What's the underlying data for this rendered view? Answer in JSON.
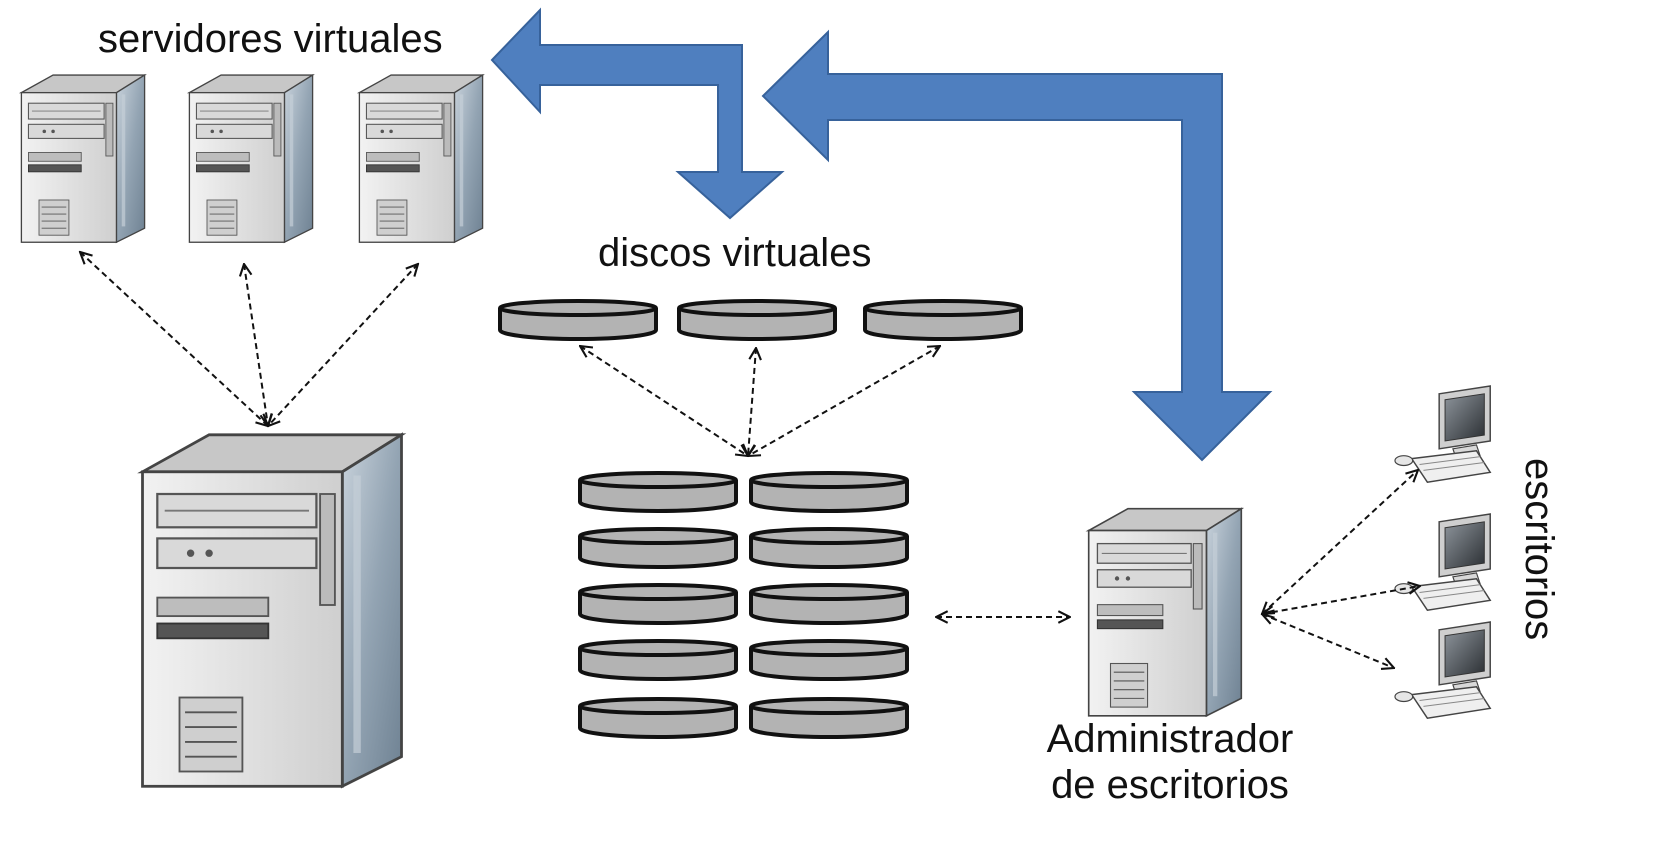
{
  "labels": {
    "virtual_servers": "servidores virtuales",
    "virtual_disks": "discos virtuales",
    "desktops": "escritorios",
    "desktop_admin_line1": "Administrador",
    "desktop_admin_line2": "de escritorios"
  },
  "colors": {
    "arrow_fill": "#4f7fbf",
    "arrow_stroke": "#37629b",
    "disk_fill": "#b3b3b3",
    "disk_stroke": "#111111",
    "server_body": "#dcdcdc",
    "server_side": "#8a9aa8"
  },
  "icons": [
    "server-tower-icon",
    "disk-cylinder-icon",
    "desktop-computer-icon"
  ]
}
